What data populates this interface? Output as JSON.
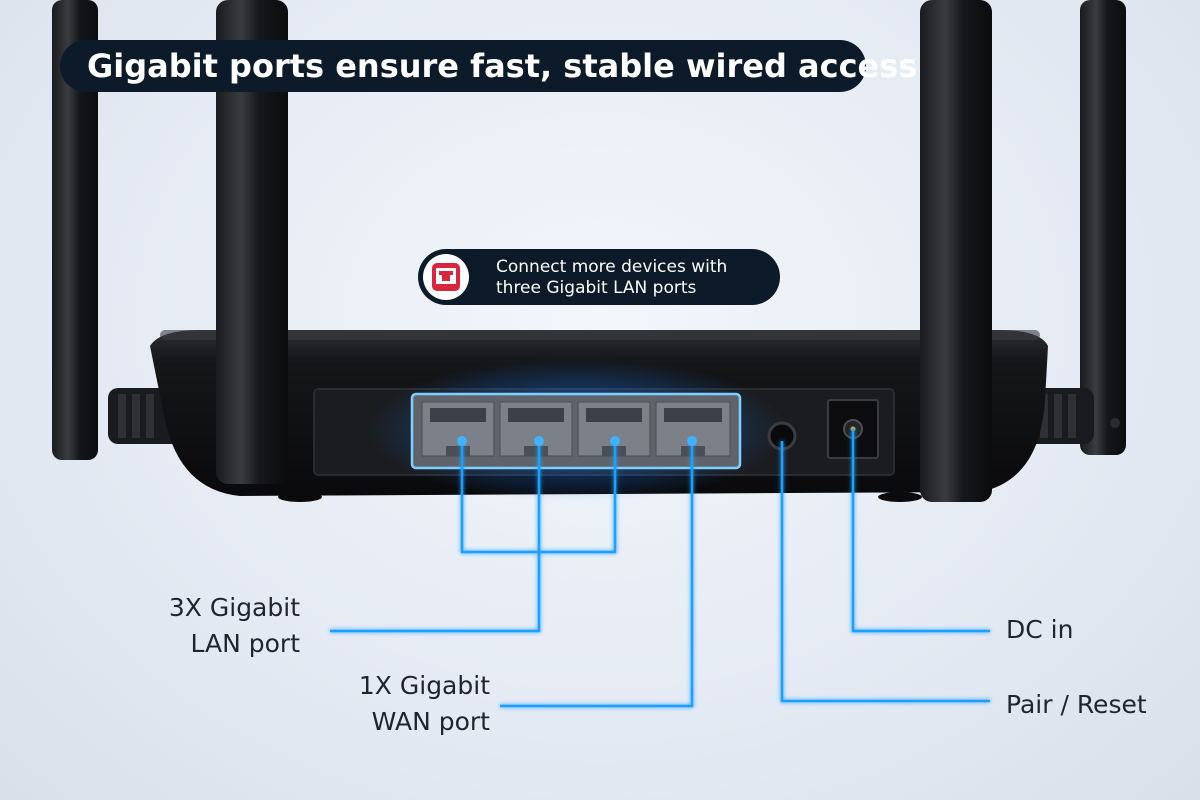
{
  "headline": "Gigabit ports ensure fast, stable wired access",
  "callout": {
    "icon": "ethernet-port-icon",
    "line1": "Connect more devices with",
    "line2": "three Gigabit LAN ports"
  },
  "labels": {
    "lan_line1": "3X Gigabit",
    "lan_line2": "LAN port",
    "wan_line1": "1X Gigabit",
    "wan_line2": "WAN port",
    "dc": "DC in",
    "reset": "Pair / Reset"
  },
  "colors": {
    "accent": "#1fa0ff",
    "pill": "#0c1a2a",
    "icon_red": "#d7263d",
    "router_body": "#111214"
  }
}
